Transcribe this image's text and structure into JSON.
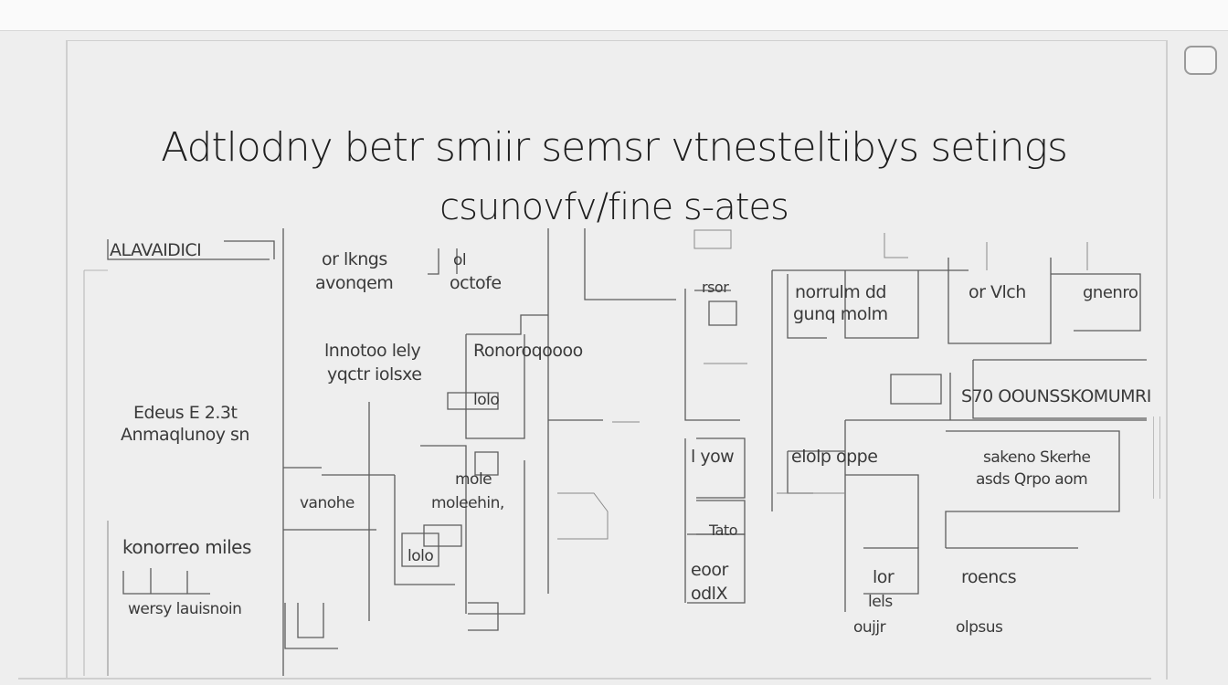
{
  "diagram": {
    "title_line_1": "Adtlodny betr smiir semsr vtnesteltibys setings",
    "title_line_2": "csunovfv/fine s-ates",
    "labels": [
      "ALAVAIDICI",
      "or lkngs",
      "avonqem",
      "ol",
      "octofe",
      "lnnotoo lely",
      "yqctr iolsxe",
      "Ronoroqoooo",
      "lolo",
      "Edeus E 2.3t",
      "Anmaqlunoy sn",
      "vanohe",
      "mole",
      "moleehin,",
      "lolo",
      "konorreo miles",
      "wersy lauisnoin",
      "rsor",
      "norrulm dd",
      "gunq molm",
      "or Vlch",
      "gnenro",
      "S70 OOUNSSKOMUMRI",
      "l yow",
      "elolp oppe",
      "sakeno Skerhe",
      "asds Qrpo aom",
      "Tato",
      "eoor",
      "odlX",
      "lor",
      "lels",
      "oujjr",
      "roencs",
      "olpsus"
    ]
  }
}
